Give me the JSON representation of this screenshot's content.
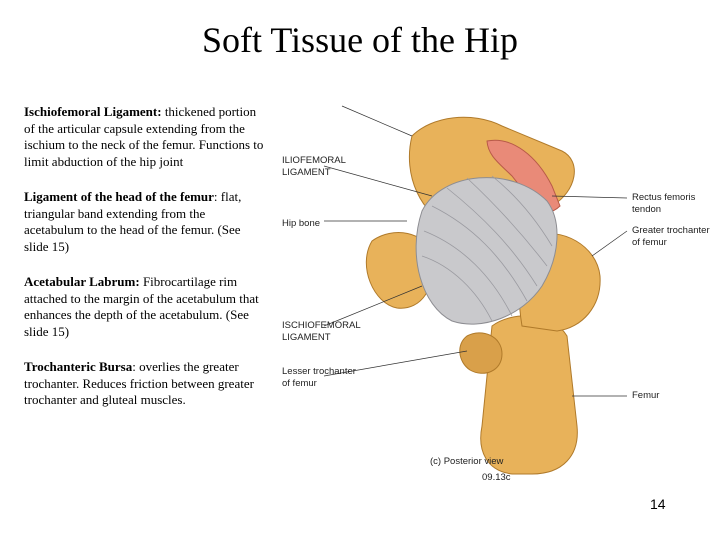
{
  "title": "Soft Tissue of the Hip",
  "paragraphs": [
    {
      "term": "Ischiofemoral Ligament:",
      "text": "  thickened portion of the articular capsule extending from the ischium to the neck of the femur.  Functions to limit abduction of the hip joint"
    },
    {
      "term": "Ligament of the head of the femur",
      "text": ": flat, triangular band extending from the acetabulum to the head of the femur. (See slide 15)"
    },
    {
      "term": "Acetabular Labrum:",
      "text": "  Fibrocartilage rim attached to the margin of the acetabulum that enhances the depth of the acetabulum. (See slide 15)"
    },
    {
      "term": "Trochanteric Bursa",
      "text": ":  overlies the greater trochanter.  Reduces friction between  greater trochanter and gluteal muscles."
    }
  ],
  "figure": {
    "labels": {
      "iliofemoral_1": "ILIOFEMORAL",
      "iliofemoral_2": "LIGAMENT",
      "hip_bone": "Hip bone",
      "ischiofemoral_1": "ISCHIOFEMORAL",
      "ischiofemoral_2": "LIGAMENT",
      "lesser_troch_1": "Lesser trochanter",
      "lesser_troch_2": "of femur",
      "rectus_1": "Rectus femoris",
      "rectus_2": "tendon",
      "greater_troch_1": "Greater trochanter",
      "greater_troch_2": "of femur",
      "femur": "Femur",
      "view": "(c) Posterior view",
      "figure_code": "09.13c"
    },
    "colors": {
      "bone": "#e8b25a",
      "bone_dark": "#c98d36",
      "ligament": "#c9c9cc",
      "tendon": "#e98a78"
    }
  },
  "page_number": "14"
}
